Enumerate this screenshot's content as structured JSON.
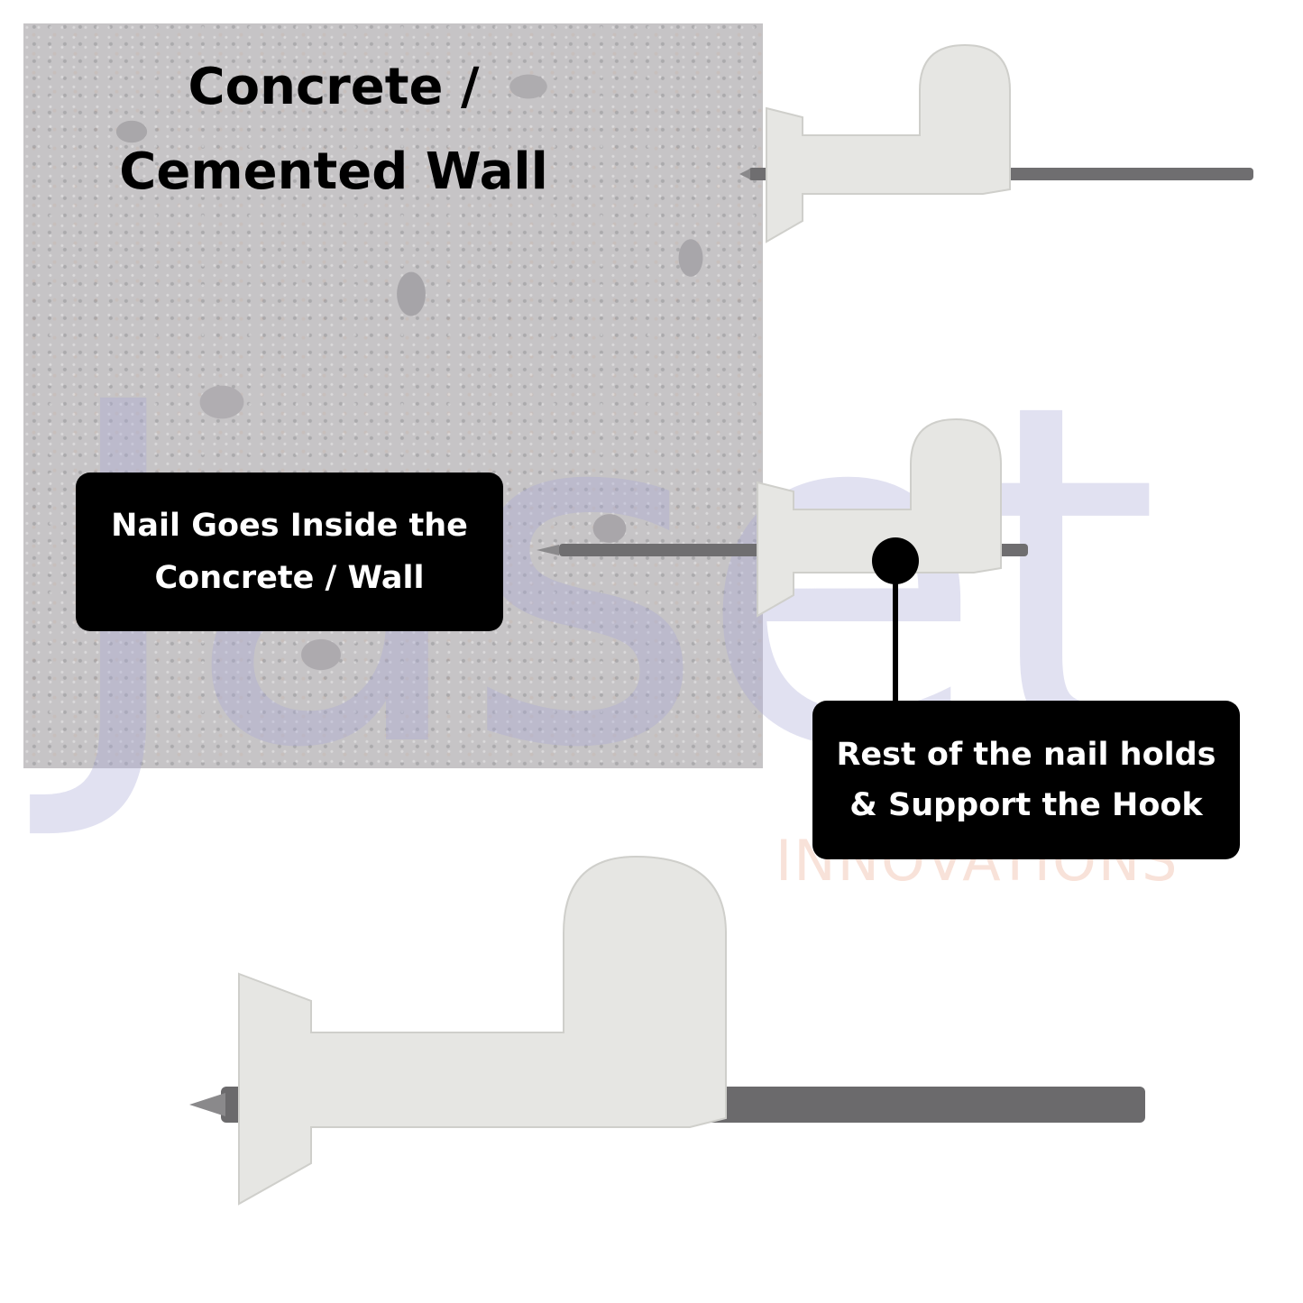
{
  "wall": {
    "title_line1": "Concrete /",
    "title_line2": "Cemented Wall"
  },
  "callouts": {
    "left_line1": "Nail Goes Inside the",
    "left_line2": "Concrete / Wall",
    "right_line1": "Rest of the nail holds",
    "right_line2": "& Support the Hook"
  },
  "watermark": {
    "logo": "Jaset",
    "sub": "INNOVATIONS"
  },
  "colors": {
    "callout_bg": "#000000",
    "callout_text": "#ffffff",
    "hook_body": "#e6e6e3",
    "nail": "#6d6c6e"
  }
}
